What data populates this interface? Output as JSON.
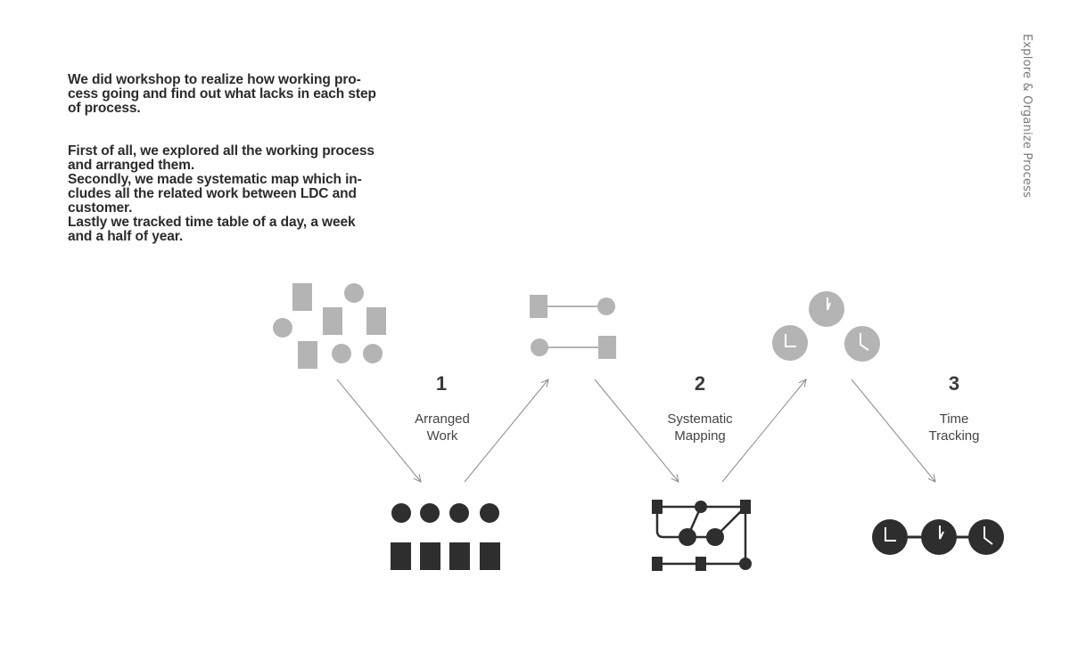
{
  "intro": {
    "paragraph1": "We did workshop to realize how working pro-\ncess going and find out what lacks in each step\nof process.",
    "paragraph2": "First of all, we explored all the working process\nand arranged them.\nSecondly, we made systematic map which in-\ncludes all the related work between LDC and\ncustomer.\nLastly we tracked time table of a day, a week\nand a half of year."
  },
  "side_label": "Explore & Organize Process",
  "steps": [
    {
      "number": "1",
      "title": "Arranged\nWork"
    },
    {
      "number": "2",
      "title": "Systematic\nMapping"
    },
    {
      "number": "3",
      "title": "Time\nTracking"
    }
  ],
  "colors": {
    "before": "#b4b4b4",
    "after": "#2e2e2e",
    "arrow": "#8a8a8a"
  },
  "icons": [
    "scattered-shapes-icon",
    "arranged-shapes-icon",
    "linked-pairs-icon",
    "systematic-map-icon",
    "scattered-clocks-icon",
    "clock-row-icon"
  ]
}
